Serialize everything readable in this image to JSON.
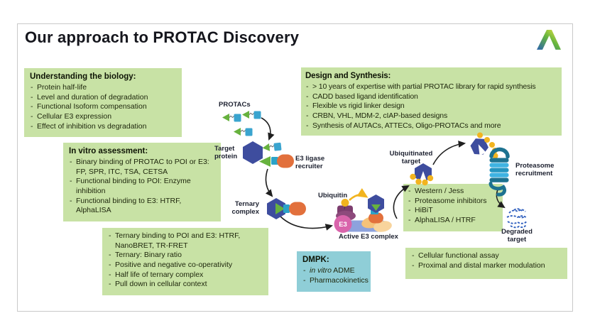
{
  "slide": {
    "title": "Our approach to PROTAC Discovery",
    "logo_name": "aragen-a-logo"
  },
  "boxes": {
    "biology": {
      "title": "Understanding the biology:",
      "items": [
        "Protein half-life",
        "Level and duration of degradation",
        "Functional Isoform compensation",
        "Cellular E3 expression",
        "Effect of inhibition vs degradation"
      ]
    },
    "in_vitro": {
      "title": "In vitro assessment:",
      "items": [
        "Binary binding of PROTAC to POI or E3: FP, SPR, ITC, TSA, CETSA",
        "Functional binding to POI: Enzyme inhibition",
        "Functional binding to E3: HTRF, AlphaLISA"
      ]
    },
    "ternary": {
      "items": [
        "Ternary binding to POI and E3: HTRF, NanoBRET, TR-FRET",
        "Ternary: Binary ratio",
        "Positive and negative co-operativity",
        "Half life of ternary complex",
        "Pull down in cellular context"
      ]
    },
    "design": {
      "title": "Design and Synthesis:",
      "items": [
        "> 10 years of expertise with partial PROTAC library for rapid synthesis",
        "CADD based ligand identification",
        "Flexible vs rigid linker design",
        "CRBN, VHL, MDM-2, cIAP-based designs",
        "Synthesis of AUTACs, ATTECs, Oligo-PROTACs and more"
      ]
    },
    "degradation_assays": {
      "items": [
        "Western / Jess",
        "Proteasome inhibitors",
        "HiBiT",
        "AlphaLISA / HTRF"
      ]
    },
    "cellular": {
      "items": [
        "Cellular functional assay",
        "Proximal and distal marker modulation"
      ]
    },
    "dmpk": {
      "title": "DMPK:",
      "items": [
        {
          "italic": "in vitro",
          "rest": " ADME"
        },
        "Pharmacokinetics"
      ]
    }
  },
  "diagram": {
    "labels": {
      "protacs": "PROTACs",
      "target_protein": "Target\nprotein",
      "e3_ligase_recruiter": "E3 ligase\nrecruiter",
      "ternary_complex": "Ternary\ncomplex",
      "ubiquitin": "Ubiquitin",
      "active_e3_complex": "Active E3 complex",
      "e3_badge": "E3",
      "ubiquitinated_target": "Ubiquitinated\ntarget",
      "proteasome_recruitment": "Proteasome\nrecruitment",
      "degraded_target": "Degraded\ntarget"
    }
  },
  "colors": {
    "green_box": "#c8e2a5",
    "teal_box": "#8fced7",
    "box_text": "#20290e",
    "box_heading": "#0e1405",
    "slide_border": "#c9c9c9",
    "title_text": "#15161d",
    "label_text": "#1d2130",
    "arrow": "#1f1f1f",
    "green_triangle": "#67b23e",
    "blue_square": "#3aa4cf",
    "teal_square": "#2ba3c8",
    "orange": "#e2703c",
    "hexagon": "#3e4d9e",
    "yellow": "#f2b41f",
    "purple": "#7c3d6e",
    "purple_light": "#8d4a7c",
    "pink": "#d964ab",
    "base_blue": "#8da2dd",
    "orange_light": "#f5c27a",
    "orange_lighter": "#f8d49c",
    "proteasome_dark": "#1d7290",
    "proteasome_mid": "#2596c0",
    "proteasome_light": "#3fb3e2",
    "degraded_blue": "#2f5fbe"
  }
}
